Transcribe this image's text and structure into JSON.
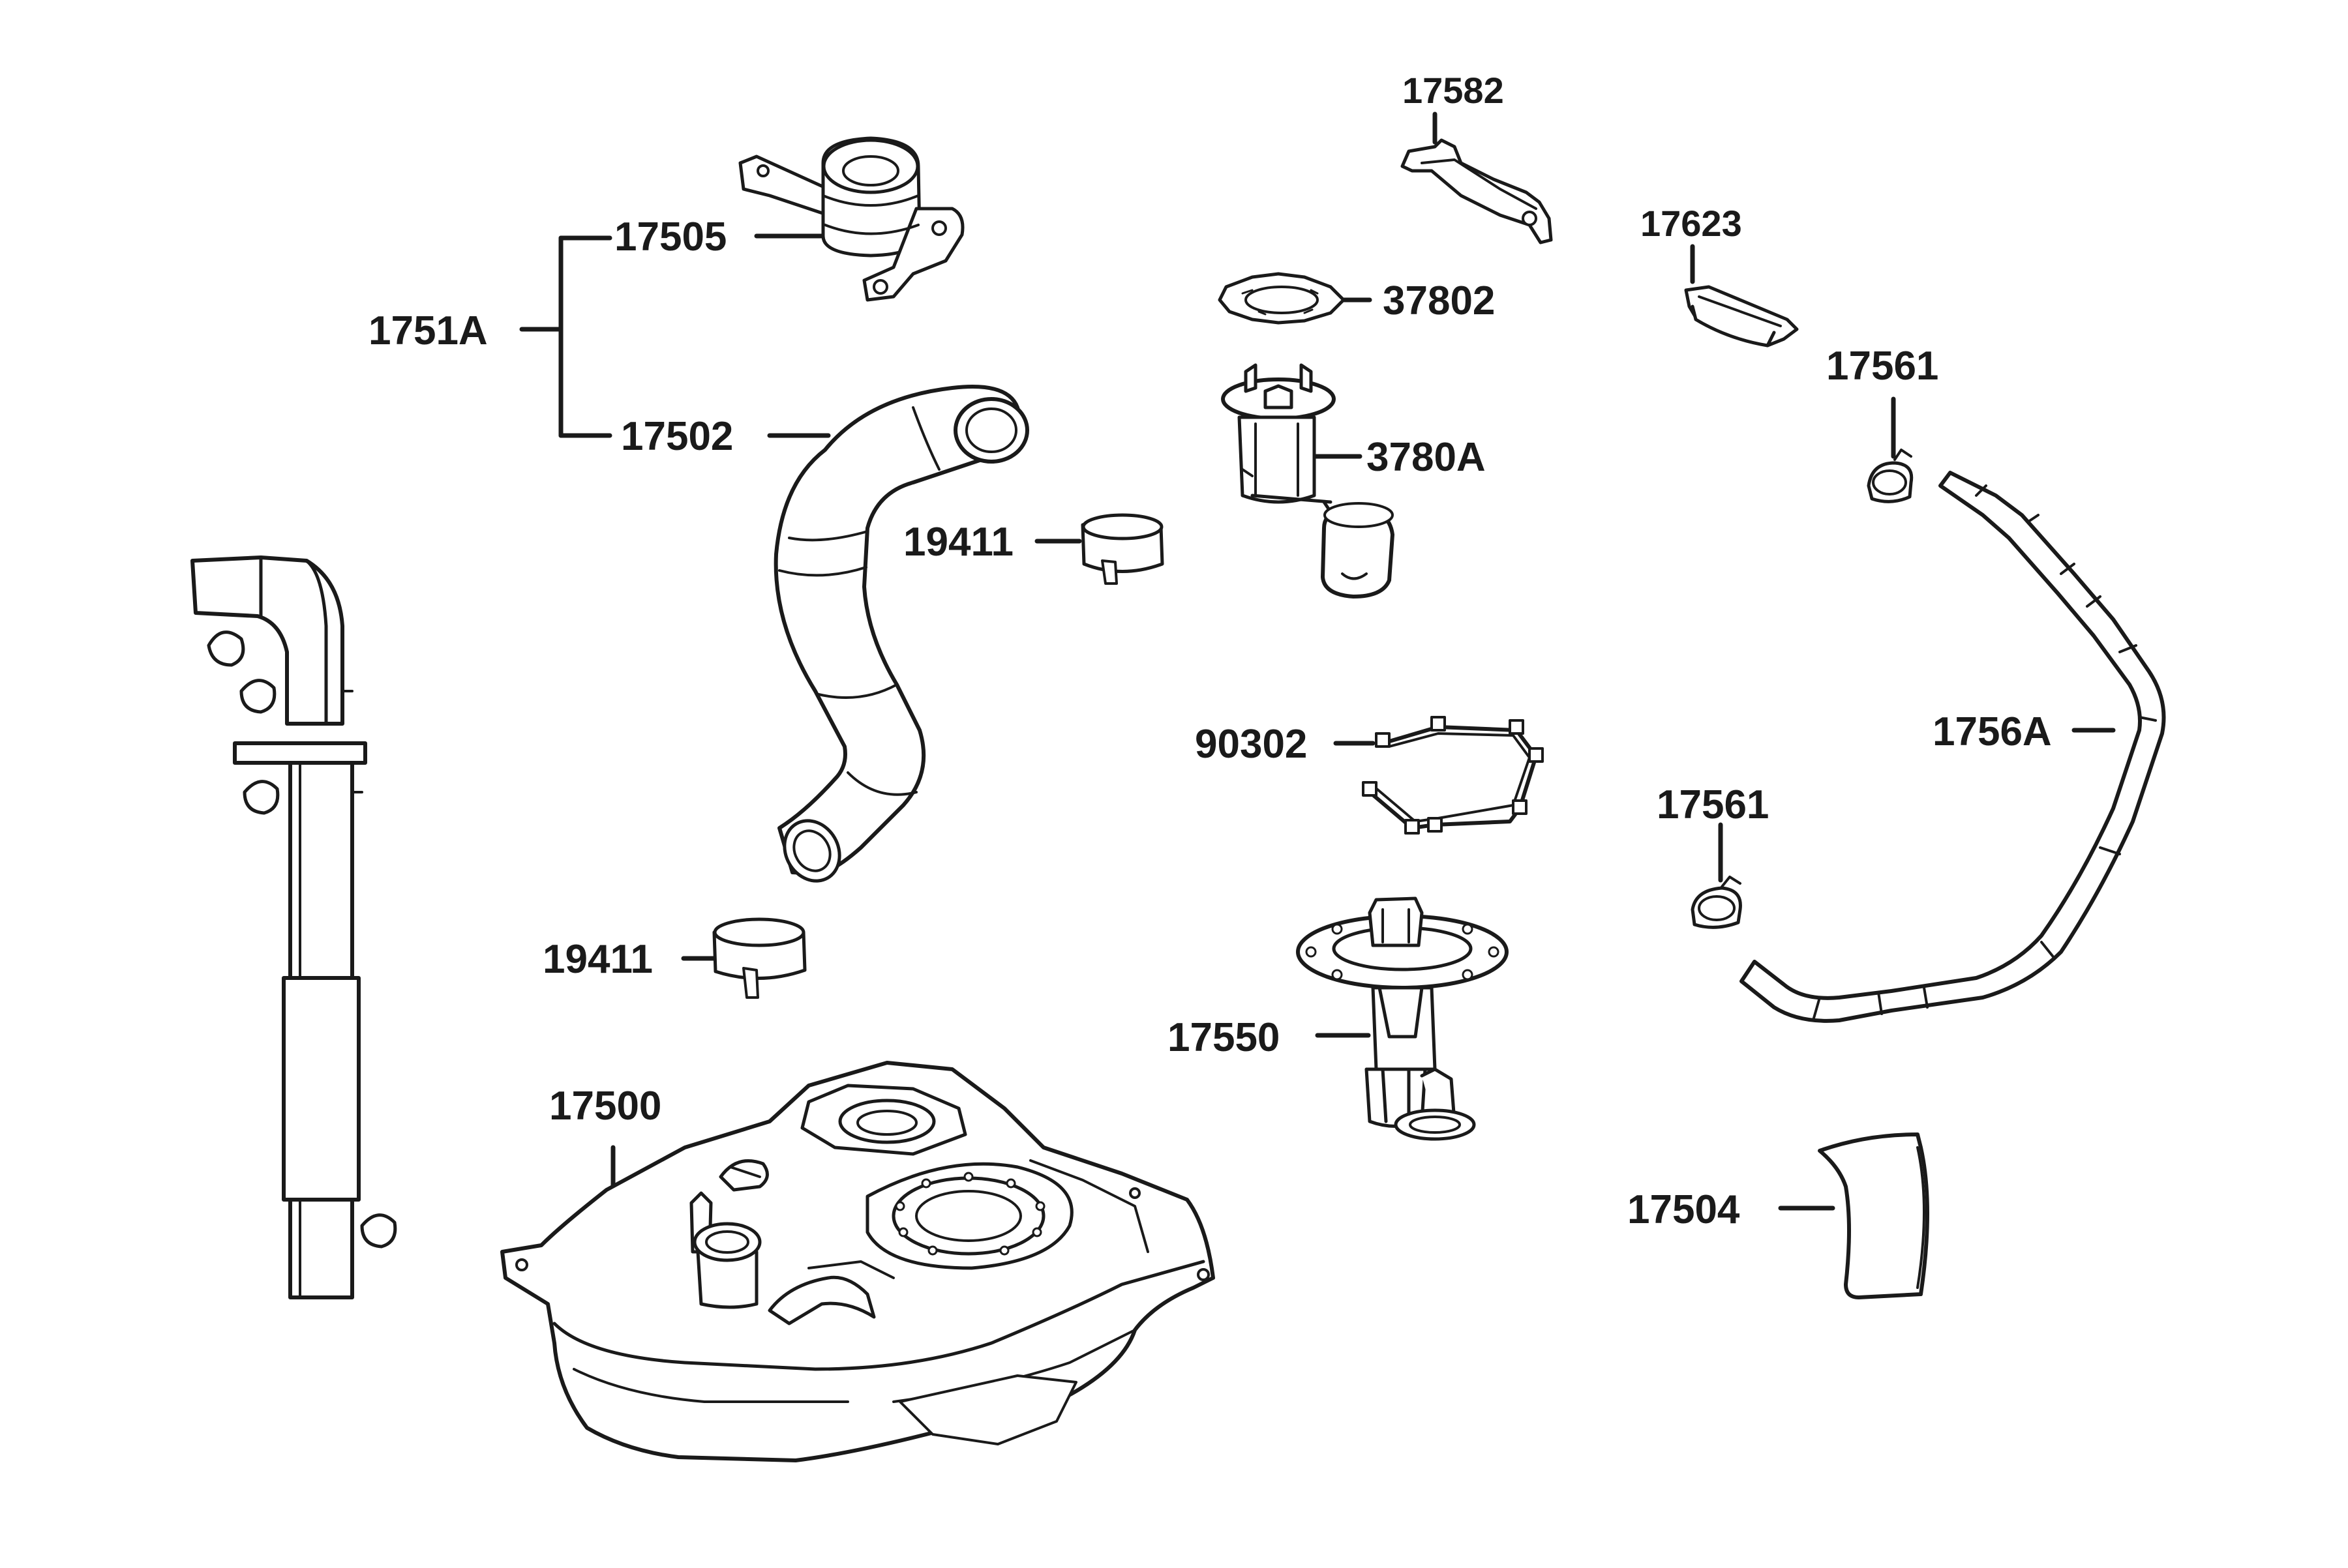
{
  "diagram": {
    "labels": {
      "p1751A": "1751A",
      "p17505": "17505",
      "p17502": "17502",
      "p19411_top": "19411",
      "p19411_bottom": "19411",
      "p17500": "17500",
      "p17582": "17582",
      "p37802": "37802",
      "p3780A": "3780A",
      "p17623": "17623",
      "p17561_top": "17561",
      "p1756A": "1756A",
      "p90302": "90302",
      "p17561_mid": "17561",
      "p17550": "17550",
      "p17504": "17504"
    }
  }
}
